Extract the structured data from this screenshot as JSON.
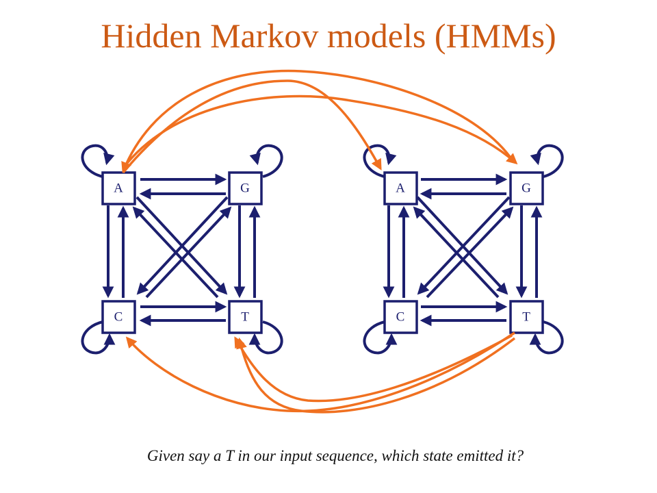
{
  "title": "Hidden Markov models (HMMs)",
  "caption": "Given say a T in our input sequence, which state emitted it?",
  "colors": {
    "title": "#cc5a14",
    "state_edges": "#1c1f6e",
    "cross_edges": "#f07020"
  },
  "left_states": {
    "a": "A",
    "g": "G",
    "c": "C",
    "t": "T"
  },
  "right_states": {
    "a": "A",
    "g": "G",
    "c": "C",
    "t": "T"
  }
}
